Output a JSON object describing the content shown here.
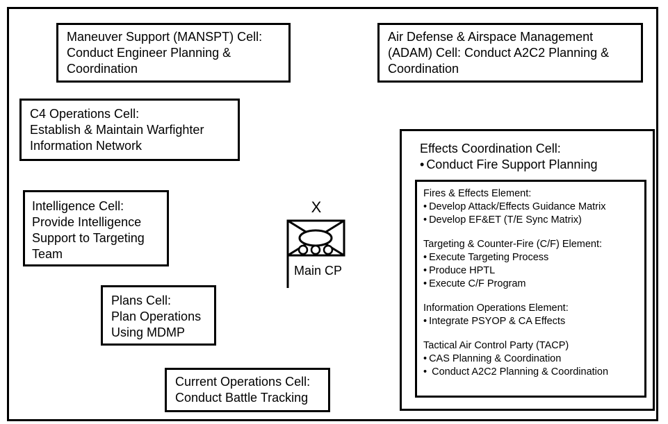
{
  "cells": {
    "manspt": {
      "lines": [
        "Maneuver Support (MANSPT) Cell:",
        "Conduct Engineer Planning &",
        "Coordination"
      ]
    },
    "adam": {
      "lines": [
        "Air Defense & Airspace Management",
        "(ADAM) Cell:  Conduct A2C2 Planning &",
        "Coordination"
      ]
    },
    "c4": {
      "lines": [
        "C4 Operations Cell:",
        "Establish & Maintain Warfighter",
        "Information Network"
      ]
    },
    "intel": {
      "lines": [
        "Intelligence Cell:",
        "Provide Intelligence",
        "Support to Targeting",
        "Team"
      ]
    },
    "plans": {
      "lines": [
        "Plans Cell:",
        "Plan Operations",
        "Using MDMP"
      ]
    },
    "current_ops": {
      "lines": [
        "Current Operations Cell:",
        "Conduct Battle Tracking"
      ]
    },
    "effects": {
      "title": "Effects Coordination Cell:",
      "bullet": "Conduct Fire Support Planning",
      "elements": [
        {
          "title": "Fires & Effects Element:",
          "items": [
            "Develop Attack/Effects Guidance Matrix",
            "Develop EF&ET (T/E Sync Matrix)"
          ]
        },
        {
          "title": "Targeting & Counter-Fire (C/F) Element:",
          "items": [
            "Execute Targeting Process",
            "Produce HPTL",
            "Execute C/F Program"
          ]
        },
        {
          "title": "Information Operations Element:",
          "items": [
            "Integrate PSYOP & CA Effects"
          ]
        },
        {
          "title": "Tactical Air Control Party (TACP)",
          "items": [
            "CAS Planning & Coordination",
            " Conduct A2C2 Planning & Coordination"
          ]
        }
      ]
    }
  },
  "symbol": {
    "echelon": "X",
    "label": "Main CP"
  }
}
